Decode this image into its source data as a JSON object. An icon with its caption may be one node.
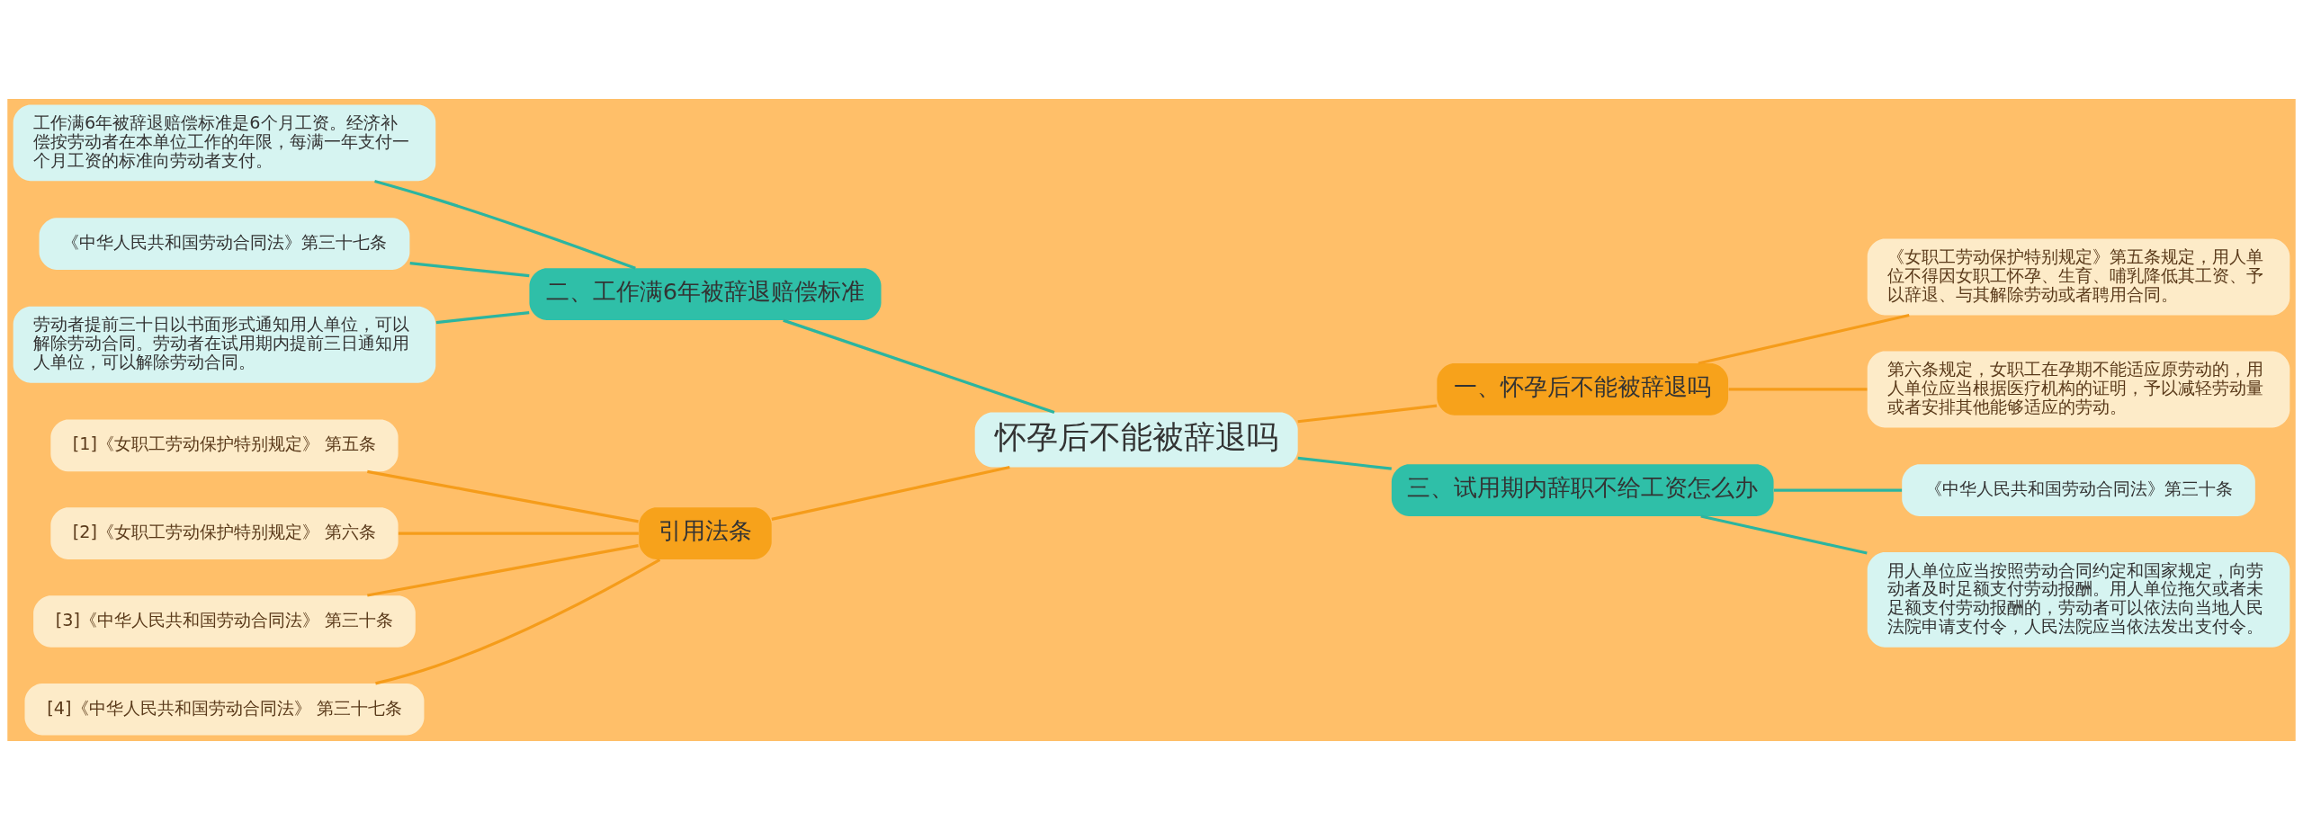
{
  "diagram": {
    "nodes": [
      {
        "text": [
          "怀孕后不能被辞退吗"
        ]
      },
      {
        "text": [
          "二、工作满6年被辞退赔偿标准"
        ]
      },
      {
        "text": [
          "工作满6年被辞退赔偿标准是6个月工资。经济补偿按劳动者在本单位工作的年限，每满一年支付一个月工资的标准向劳动者支付。"
        ]
      },
      {
        "text": [
          "《中华人民共和国劳动合同法》第三十七条"
        ]
      },
      {
        "text": [
          "劳动者提前三十日以书面形式通知用人单位，可以解除劳动合同。劳动者在试用期内提前三日通知用人单位，可以解除劳动合同。"
        ]
      },
      {
        "text": [
          "引用法条"
        ]
      },
      {
        "text": [
          "[1]《女职工劳动保护特别规定》 第五条"
        ]
      },
      {
        "text": [
          "[2]《女职工劳动保护特别规定》 第六条"
        ]
      },
      {
        "text": [
          "[3]《中华人民共和国劳动合同法》 第三十条"
        ]
      },
      {
        "text": [
          "[4]《中华人民共和国劳动合同法》 第三十七条"
        ]
      },
      {
        "text": [
          "一、怀孕后不能被辞退吗"
        ]
      },
      {
        "text": [
          "《女职工劳动保护特别规定》第五条规定，用人单位不得因女职工怀孕、生育、哺乳降低其工资、予以辞退、与其解除劳动或者聘用合同。"
        ]
      },
      {
        "text": [
          "第六条规定，女职工在孕期不能适应原劳动的，用人单位应当根据医疗机构的证明，予以减轻劳动量或者安排其他能够适应的劳动。"
        ]
      },
      {
        "text": [
          "三、试用期内辞职不给工资怎么办"
        ]
      },
      {
        "text": [
          "《中华人民共和国劳动合同法》第三十条"
        ]
      },
      {
        "text": [
          "用人单位应当按照劳动合同约定和国家规定，向劳动者及时足额支付劳动报酬。用人单位拖欠或者未足额支付劳动报酬的，劳动者可以依法向当地人民法院申请支付令，人民法院应当依法发出支付令。"
        ]
      }
    ],
    "edges": [
      {
        "from": 0,
        "to": 1,
        "arrow": "none",
        "color": "#2bb5a0"
      },
      {
        "from": 1,
        "to": 2,
        "arrow": "none",
        "color": "#2bb5a0"
      },
      {
        "from": 1,
        "to": 3,
        "arrow": "none",
        "color": "#2bb5a0"
      },
      {
        "from": 1,
        "to": 4,
        "arrow": "none",
        "color": "#2bb5a0"
      },
      {
        "from": 0,
        "to": 5,
        "arrow": "none"
      },
      {
        "from": 5,
        "to": 6,
        "arrow": "none"
      },
      {
        "from": 5,
        "to": 7,
        "arrow": "none"
      },
      {
        "from": 5,
        "to": 8,
        "arrow": "none"
      },
      {
        "from": 5,
        "to": 9,
        "arrow": "none"
      },
      {
        "from": 0,
        "to": 10,
        "arrow": "none"
      },
      {
        "from": 10,
        "to": 11,
        "arrow": "none"
      },
      {
        "from": 10,
        "to": 12,
        "arrow": "none"
      },
      {
        "from": 0,
        "to": 13,
        "arrow": "none",
        "color": "#2bb5a0"
      },
      {
        "from": 13,
        "to": 14,
        "arrow": "none",
        "color": "#2bb5a0"
      },
      {
        "from": 13,
        "to": 15,
        "arrow": "none",
        "color": "#2bb5a0"
      }
    ]
  }
}
